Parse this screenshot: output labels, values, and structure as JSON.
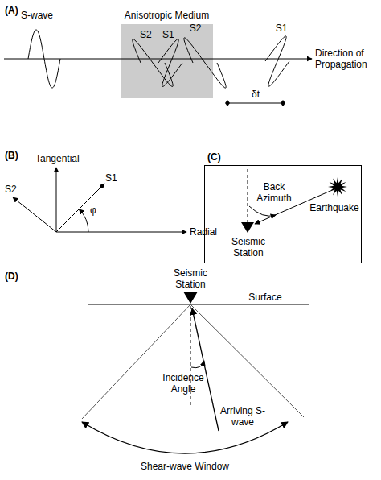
{
  "diagram": {
    "nodes": [
      {
        "text": [
          "Anisotropic Medium",
          "S2",
          "S1"
        ]
      },
      {
        "text": [
          "Back Azimuth",
          "Earthquake",
          "Seismic Station"
        ]
      }
    ],
    "labels": [
      "(A)",
      "S-wave",
      "S2",
      "S1",
      "Direction of Propagation",
      "δt",
      "(B)",
      "Tangential",
      "S2",
      "S1",
      "φ",
      "Radial",
      "(C)",
      "(D)",
      "Seismic Station",
      "Surface",
      "Incidence Angle",
      "Arriving S-wave",
      "Shear-wave Window"
    ]
  }
}
